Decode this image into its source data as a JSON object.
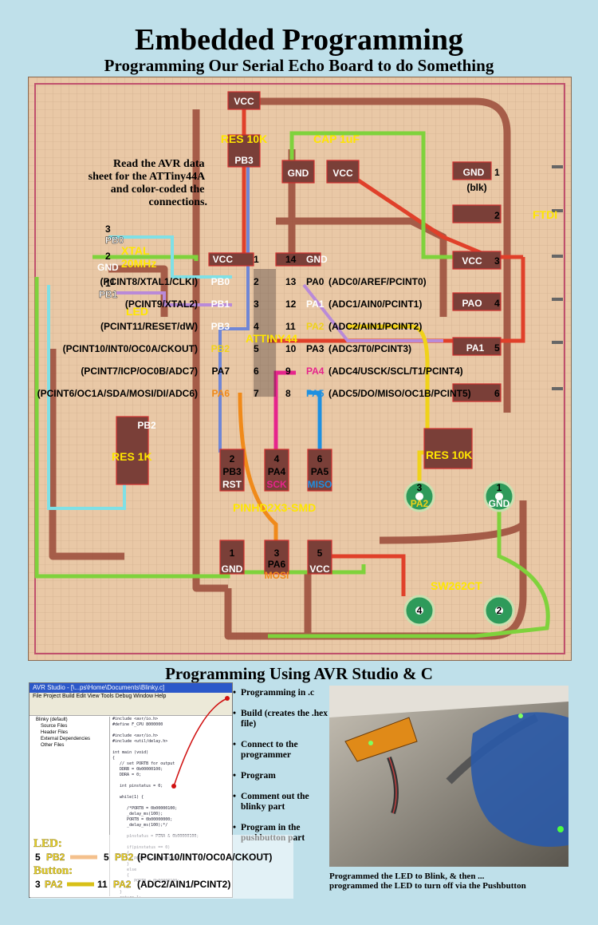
{
  "header": {
    "title": "Embedded Programming",
    "subtitle": "Programming Our Serial Echo Board to do Something"
  },
  "board": {
    "note": [
      "Read the AVR data",
      "sheet for the ATTiny44A",
      "and color-coded the",
      "connections."
    ],
    "chip_name": "ATTINY44",
    "labels": {
      "vcc": "VCC",
      "gnd": "GND",
      "res10k": "RES 10K",
      "cap": "CAP 1uF",
      "pb3": "PB3",
      "pb0": "PB0",
      "pb1": "PB1",
      "pb2": "PB2",
      "xtal": "XTAL",
      "xtal_freq": "20MHz",
      "led": "LED",
      "res1k": "RES 1K",
      "ftdi": "FTDI",
      "blk": "(blk)",
      "pao": "PAO",
      "pa1": "PA1",
      "pa2": "PA2",
      "pa4": "PA4",
      "pa5": "PA5",
      "pa6": "PA6",
      "sck": "SCK",
      "miso": "MISO",
      "mosi": "MOSI",
      "rst": "RST",
      "res10k_b": "RES 10K",
      "pinhd": "PINHD2X3-SMD",
      "sw": "SW262CT",
      "n1": "1",
      "n2": "2",
      "n3": "3",
      "n4": "4",
      "n5": "5",
      "n6": "6"
    },
    "pins_left": [
      {
        "num": "1",
        "name": "VCC",
        "desc": ""
      },
      {
        "num": "2",
        "name": "PB0",
        "desc": "(PCINT8/XTAL1/CLKI)"
      },
      {
        "num": "3",
        "name": "PB1",
        "desc": "(PCINT9/XTAL2)"
      },
      {
        "num": "4",
        "name": "PB3",
        "desc": "(PCINT11/RESET/dW)"
      },
      {
        "num": "5",
        "name": "PB2",
        "desc": "(PCINT10/INT0/OC0A/CKOUT)"
      },
      {
        "num": "6",
        "name": "PA7",
        "desc": "(PCINT7/ICP/OC0B/ADC7)"
      },
      {
        "num": "7",
        "name": "PA6",
        "desc": "(PCINT6/OC1A/SDA/MOSI/DI/ADC6)"
      }
    ],
    "pins_right": [
      {
        "num": "14",
        "name": "GND",
        "desc": ""
      },
      {
        "num": "13",
        "name": "PA0",
        "desc": "(ADC0/AREF/PCINT0)"
      },
      {
        "num": "12",
        "name": "PA1",
        "desc": "(ADC1/AIN0/PCINT1)"
      },
      {
        "num": "11",
        "name": "PA2",
        "desc": "(ADC2/AIN1/PCINT2)"
      },
      {
        "num": "10",
        "name": "PA3",
        "desc": "(ADC3/T0/PCINT3)"
      },
      {
        "num": "9",
        "name": "PA4",
        "desc": "(ADC4/USCK/SCL/T1/PCINT4)"
      },
      {
        "num": "8",
        "name": "PA5",
        "desc": "(ADC5/DO/MISO/OC1B/PCINT5)"
      }
    ],
    "pin_left_num": [
      "1",
      "2",
      "3",
      "4",
      "5",
      "6",
      "7"
    ],
    "pin_right_num": [
      "14",
      "13",
      "12",
      "11",
      "10",
      "9",
      "8"
    ],
    "ftdi_pins": [
      "1",
      "2",
      "3",
      "4",
      "5",
      "6"
    ]
  },
  "section2": {
    "title": "Programming Using AVR Studio & C"
  },
  "studio": {
    "window_title": "AVR Studio - [\\...ps\\Home\\Documents\\Blinky.c]",
    "menu": "File  Project  Build  Edit  View  Tools  Debug  Window  Help",
    "tree": [
      "Blinky (default)",
      "Source Files",
      "Header Files",
      "External Dependencies",
      "Other Files"
    ],
    "code": "#include <avr/io.h>\n#define F_CPU 8000000\n\n#include <avr/io.h>\n#include <util/delay.h>\n\nint main (void)\n{\n   // set PORTB for output\n   DDRB = 0b00000100;\n   DDRA = 0;\n\n   int pinstatus = 0;\n\n   while(1) {\n\n      /*PORTB = 0b00000100;\n      _delay_ms(100);\n      PORTB = 0b00000000;\n      _delay_ms(100);*/\n\n      pinstatus = PINA & 0b00000100;\n\n      if(pinstatus == 0)\n      {\n         PORTB = 0b00000100;\n      }\n      else\n      {\n         PORTB = 0b00000100;\n      }\n   }\n   return 1;\n}"
  },
  "bullets": [
    "Programming in .c",
    "Build (creates the .hex file)",
    "Connect to the programmer",
    "Program",
    "Comment out the blinky part",
    "Program in the pushbutton part"
  ],
  "legend": {
    "led_title": "LED:",
    "led_left_num": "5",
    "led_left_pin": "PB2",
    "led_right_num": "5",
    "led_right_pin": "PB2",
    "led_desc": "(PCINT10/INT0/OC0A/CKOUT)",
    "button_title": "Button:",
    "btn_left_num": "3",
    "btn_left_pin": "PA2",
    "btn_right_num": "11",
    "btn_right_pin": "PA2",
    "btn_desc": "(ADC2/AIN1/PCINT2)"
  },
  "photo": {
    "caption": [
      "Programmed the LED to Blink, & then ...",
      "programmed the LED to turn off via the  Pushbutton"
    ]
  },
  "colors": {
    "vcc_red": "#e0402a",
    "gnd_green": "#7fd23c",
    "pb_cyan": "#7fe0e6",
    "pb1_purple": "#b98ad8",
    "pb3_blue": "#6f86d6",
    "pa_orange": "#f08a1a",
    "pa4_magenta": "#e6248c",
    "pa5_blue": "#1e90e0",
    "pa2_yellow": "#f0d21a",
    "label_yellow": "#ffe600"
  }
}
